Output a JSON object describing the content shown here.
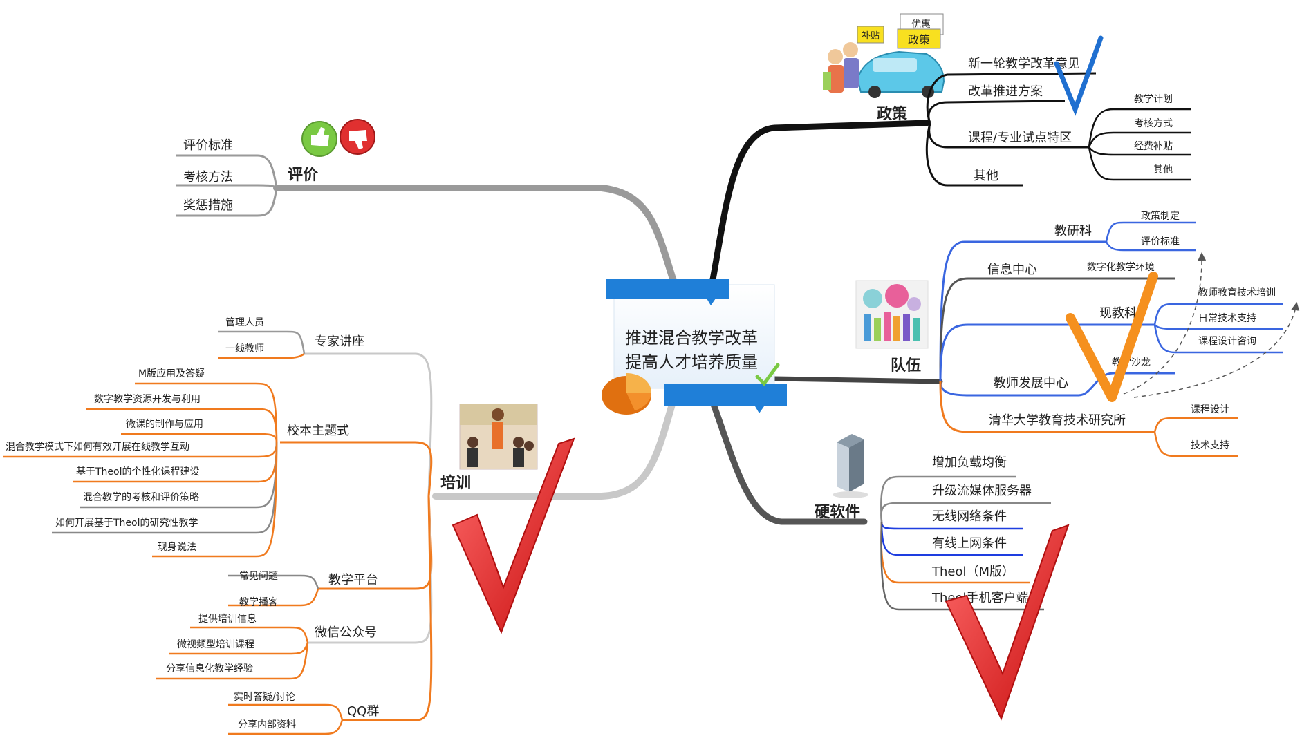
{
  "center": {
    "line1": "推进混合教学改革",
    "line2": "提高人才培养质量"
  },
  "colors": {
    "policy": "#111111",
    "evaluation": "#9a9a9a",
    "team_blue": "#3a66e0",
    "team_orange": "#f07a1e",
    "hardware": "#555555",
    "training": "#c8c8c8",
    "orange": "#f07a1e",
    "check_red": "#e02020",
    "check_blue": "#1f6fd0",
    "check_orange": "#f5901e",
    "banner_blue": "#1f7fd8"
  },
  "branches": {
    "policy": {
      "title": "政策",
      "icon": "policy-car-illustration",
      "sign_left": "补贴",
      "sign_right": "政策",
      "sign_small": "优惠",
      "items": [
        "新一轮教学改革意见",
        "改革推进方案",
        "课程/专业试点特区",
        "其他"
      ],
      "sub_items": [
        "教学计划",
        "考核方式",
        "经费补贴",
        "其他"
      ]
    },
    "evaluation": {
      "title": "评价",
      "icon": "thumbs-up-down-icon",
      "items": [
        "评价标准",
        "考核方法",
        "奖惩措施"
      ]
    },
    "team": {
      "title": "队伍",
      "icon": "people-group-icon",
      "jiaoyanke": "教研科",
      "jiaoyanke_items": [
        "政策制定",
        "评价标准"
      ],
      "info_center": "信息中心",
      "info_center_item": "数字化教学环境",
      "xianjiaoke": "现教科",
      "xianjiaoke_items": [
        "教师教育技术培训",
        "日常技术支持",
        "课程设计咨询"
      ],
      "teacher_center": "教师发展中心",
      "teacher_center_item": "教学沙龙",
      "tsinghua": "清华大学教育技术研究所",
      "tsinghua_items": [
        "课程设计",
        "技术支持"
      ]
    },
    "hardware": {
      "title": "硬软件",
      "icon": "server-icon",
      "items": [
        "增加负载均衡",
        "升级流媒体服务器",
        "无线网络条件",
        "有线上网条件",
        "Theol（M版）",
        "Theol手机客户端"
      ]
    },
    "training": {
      "title": "培训",
      "icon": "training-photo-icon",
      "lecture": "专家讲座",
      "lecture_items": [
        "管理人员",
        "一线教师"
      ],
      "school": "校本主题式",
      "school_items": [
        "M版应用及答疑",
        "数字教学资源开发与利用",
        "微课的制作与应用",
        "混合教学模式下如何有效开展在线教学互动",
        "基于Theol的个性化课程建设",
        "混合教学的考核和评价策略",
        "如何开展基于Theol的研究性教学",
        "现身说法"
      ],
      "platform": "教学平台",
      "platform_items": [
        "常见问题",
        "教学播客"
      ],
      "wechat": "微信公众号",
      "wechat_items": [
        "提供培训信息",
        "微视频型培训课程",
        "分享信息化教学经验"
      ],
      "qq": "QQ群",
      "qq_items": [
        "实时答疑/讨论",
        "分享内部资料"
      ]
    }
  }
}
